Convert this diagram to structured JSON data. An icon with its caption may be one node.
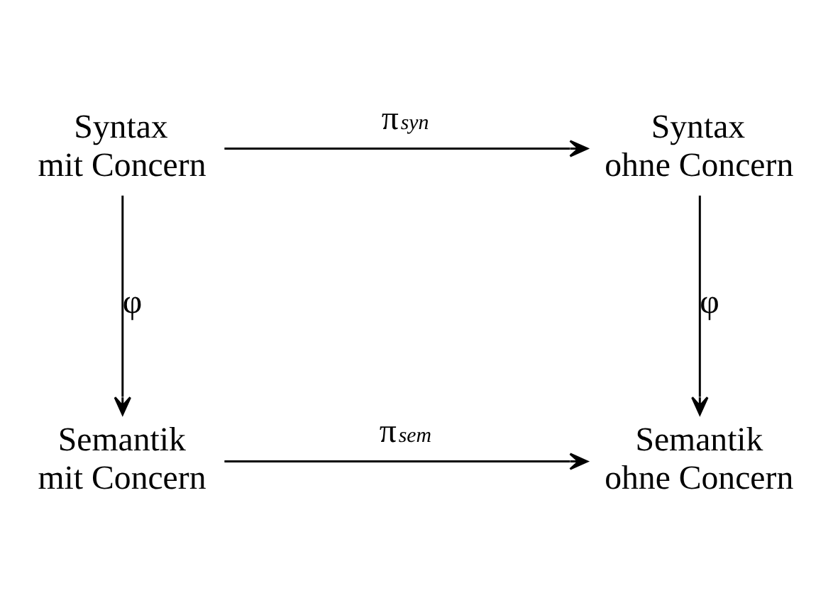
{
  "diagram": {
    "nodes": [
      {
        "text": [
          "Syntax mit Concern"
        ]
      },
      {
        "text": [
          "Syntax ohne Concern"
        ]
      },
      {
        "text": [
          "Semantik mit Concern"
        ]
      },
      {
        "text": [
          "Semantik ohne Concern"
        ]
      }
    ],
    "edges": [
      {
        "from": 0,
        "to": 1,
        "arrow": "to",
        "label": "π$_{syn}$"
      },
      {
        "from": 0,
        "to": 2,
        "arrow": "to",
        "label": "φ"
      },
      {
        "from": 1,
        "to": 3,
        "arrow": "to",
        "label": "φ"
      },
      {
        "from": 2,
        "to": 3,
        "arrow": "to",
        "label": "π$_{sem}$"
      }
    ]
  }
}
